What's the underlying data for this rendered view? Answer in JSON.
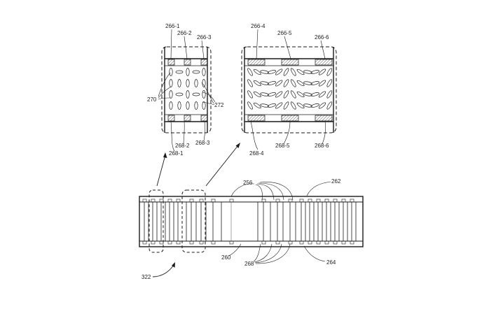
{
  "labels": {
    "ref_266_1": "266-1",
    "ref_266_2": "266-2",
    "ref_266_3": "266-3",
    "ref_266_4": "266-4",
    "ref_266_5": "266-5",
    "ref_266_6": "266-6",
    "ref_268_1": "268-1",
    "ref_268_2": "268-2",
    "ref_268_3": "268-3",
    "ref_268_4": "268-4",
    "ref_268_5": "268-5",
    "ref_268_6": "268-6",
    "ref_270": "270",
    "ref_272": "272",
    "ref_256": "256",
    "ref_262": "262",
    "ref_260": "260",
    "ref_268": "268",
    "ref_264": "264",
    "ref_322": "322"
  }
}
